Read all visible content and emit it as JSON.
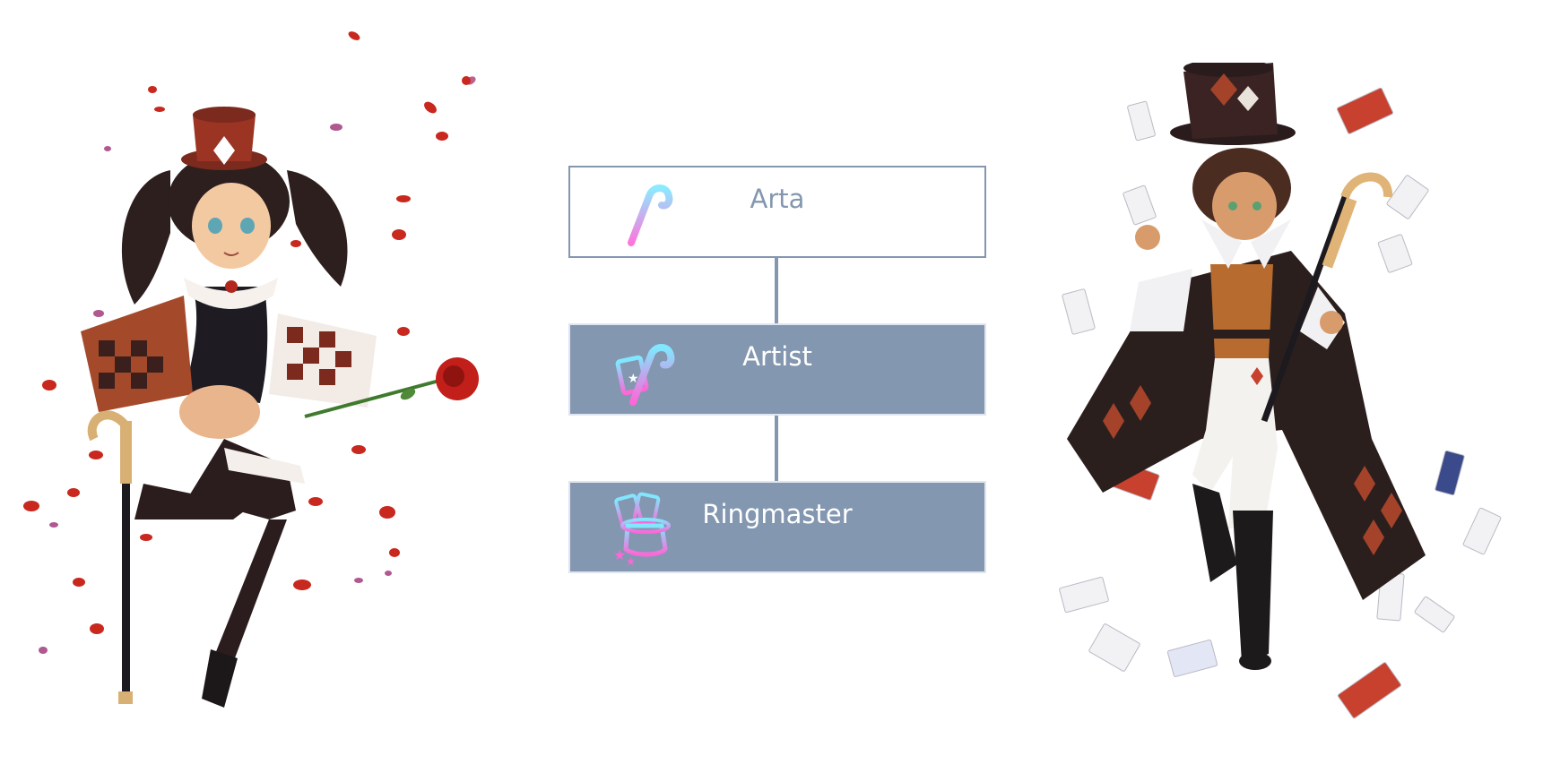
{
  "class_tree": {
    "nodes": [
      {
        "label": "Arta",
        "icon": "cane-icon",
        "style": "outline"
      },
      {
        "label": "Artist",
        "icon": "cane-card-icon",
        "style": "filled"
      },
      {
        "label": "Ringmaster",
        "icon": "top-hat-cards-icon",
        "style": "filled"
      }
    ]
  },
  "colors": {
    "box_blue": "#8497b0",
    "icon_glow_cyan": "#7fe8ff",
    "icon_glow_pink": "#ff66d9"
  },
  "illustrations": {
    "left": "female-magician-illustration",
    "right": "male-magician-illustration"
  }
}
